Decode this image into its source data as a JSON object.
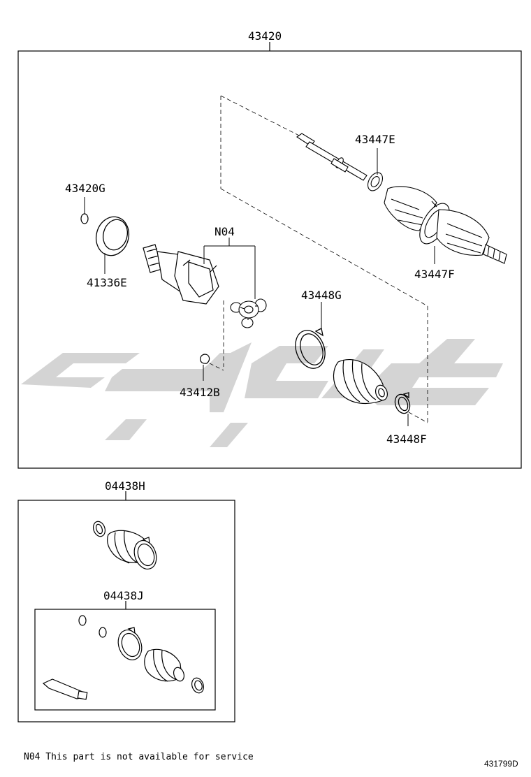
{
  "parts": {
    "assembly": "43420",
    "shaft_outer": "43447E",
    "boot_outer": "43447F",
    "snap_ring_g": "43420G",
    "dust_seal": "41336E",
    "n04": "N04",
    "clamp_g": "43448G",
    "snap_ring_b": "43412B",
    "clamp_f": "43448F",
    "boot_kit_h": "04438H",
    "boot_kit_j": "04438J"
  },
  "footnote": "N04 This part is not available for service",
  "diagram_code": "431799D",
  "watermark_text": "کیا یدک",
  "colors": {
    "line": "#000000",
    "watermark": "#d0d0d0"
  }
}
